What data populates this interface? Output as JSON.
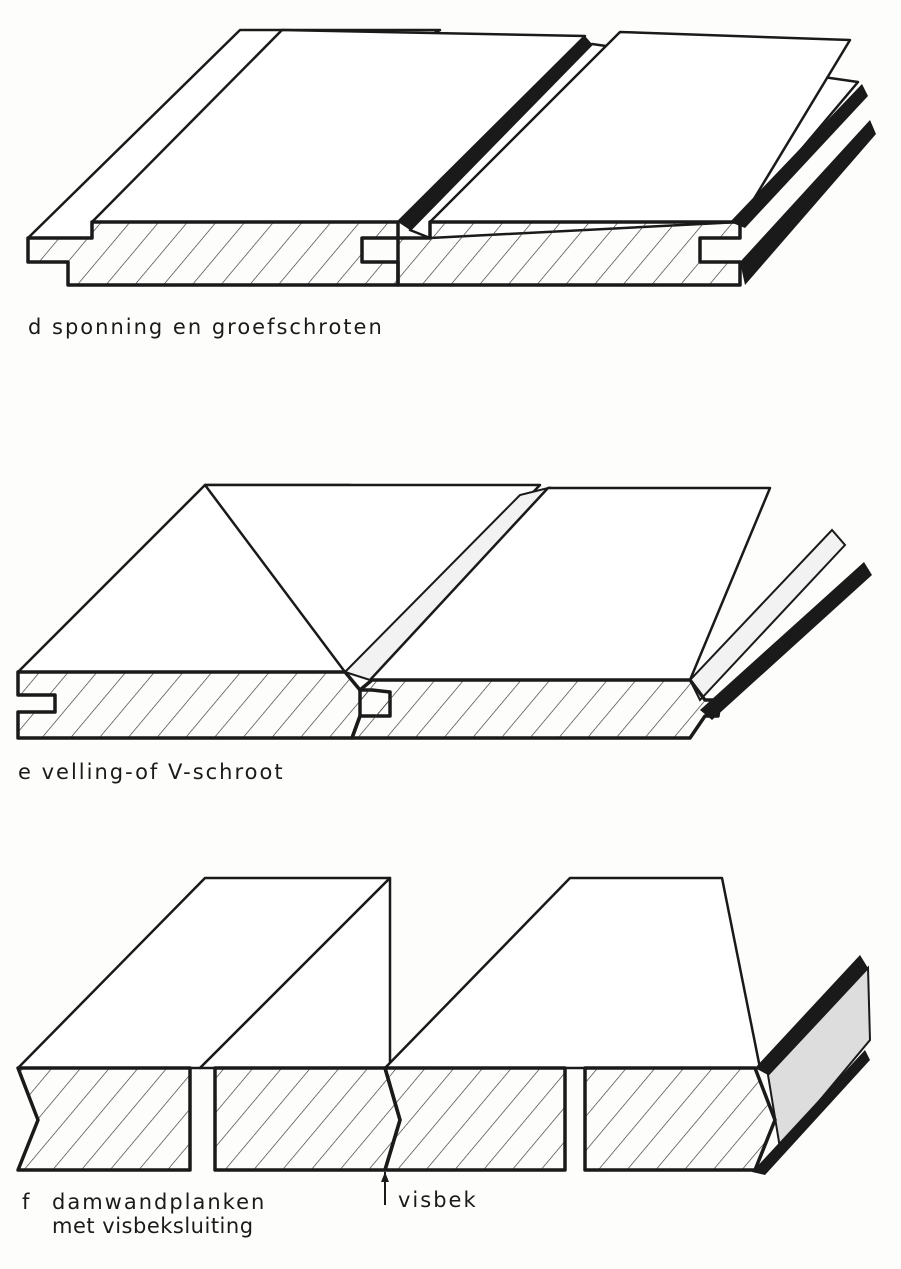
{
  "figures": [
    {
      "letter": "d",
      "caption": "sponning en groefschroten"
    },
    {
      "letter": "e",
      "caption": "velling-of V-schroot"
    },
    {
      "letter": "f",
      "caption": "damwandplanken",
      "caption_line2": "met visbeksluiting",
      "callout": "visbek"
    }
  ]
}
